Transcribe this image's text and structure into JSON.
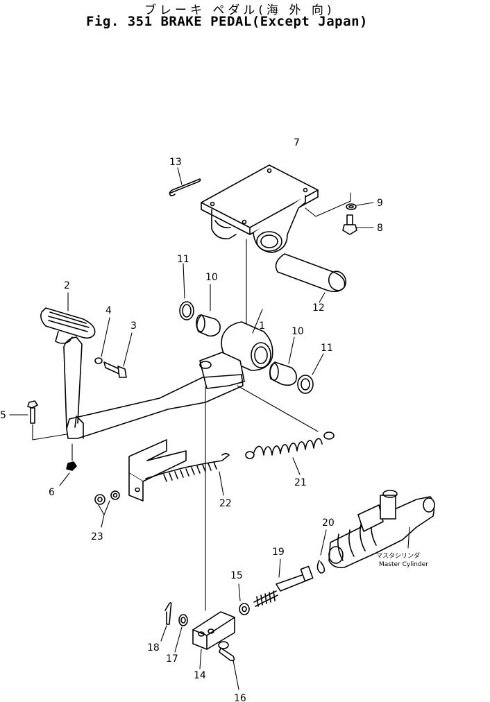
{
  "title": {
    "jp": "ブレーキ ペダル(海 外 向)",
    "fig": "Fig. 351",
    "en": "BRAKE PEDAL(Except Japan)"
  },
  "labels": {
    "n1": "1",
    "n2": "2",
    "n3": "3",
    "n4": "4",
    "n5": "5",
    "n6": "6",
    "n7": "7",
    "n8": "8",
    "n9": "9",
    "n10a": "10",
    "n10b": "10",
    "n11a": "11",
    "n11b": "11",
    "n12": "12",
    "n13": "13",
    "n14": "14",
    "n15": "15",
    "n16": "16",
    "n17": "17",
    "n18": "18",
    "n19": "19",
    "n20": "20",
    "n21": "21",
    "n22": "22",
    "n23": "23"
  },
  "master_cylinder": {
    "jp": "マスタシリンダ",
    "en": "Master Cylinder"
  }
}
